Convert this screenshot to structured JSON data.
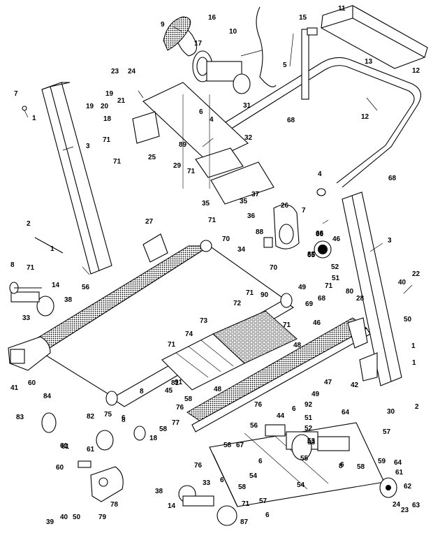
{
  "diagram": {
    "kind": "exploded-parts-view",
    "callouts": {
      "c1a": "1",
      "c1b": "1",
      "c1c": "1",
      "c1d": "1",
      "c2a": "2",
      "c2b": "2",
      "c3a": "3",
      "c3b": "3",
      "c4a": "4",
      "c4b": "4",
      "c5": "5",
      "c6a": "6",
      "c6b": "6",
      "c6c": "6",
      "c6d": "6",
      "c6e": "6",
      "c6f": "6",
      "c6g": "6",
      "c7a": "7",
      "c7b": "7",
      "c8a": "8",
      "c8b": "8",
      "c8c": "8",
      "c8d": "8",
      "c9": "9",
      "c10": "10",
      "c11": "11",
      "c12a": "12",
      "c12b": "12",
      "c13": "13",
      "c14a": "14",
      "c14b": "14",
      "c15": "15",
      "c16": "16",
      "c17": "17",
      "c18a": "18",
      "c18b": "18",
      "c19a": "19",
      "c19b": "19",
      "c20": "20",
      "c21": "21",
      "c22": "22",
      "c23a": "23",
      "c23b": "23",
      "c24a": "24",
      "c24b": "24",
      "c25": "25",
      "c26": "26",
      "c27": "27",
      "c28": "28",
      "c29": "29",
      "c30": "30",
      "c31": "31",
      "c32": "32",
      "c33a": "33",
      "c33b": "33",
      "c34": "34",
      "c35a": "35",
      "c35b": "35",
      "c36": "36",
      "c37": "37",
      "c38a": "38",
      "c38b": "38",
      "c39": "39",
      "c40a": "40",
      "c40b": "40",
      "c41": "41",
      "c42": "42",
      "c44": "44",
      "c45": "45",
      "c46a": "46",
      "c46b": "46",
      "c47": "47",
      "c48a": "48",
      "c48b": "48",
      "c49a": "49",
      "c49b": "49",
      "c50a": "50",
      "c50b": "50",
      "c51a": "51",
      "c51b": "51",
      "c52a": "52",
      "c52b": "52",
      "c53": "53",
      "c54a": "54",
      "c54b": "54",
      "c55": "55",
      "c56a": "56",
      "c56b": "56",
      "c57a": "57",
      "c57b": "57",
      "c58a": "58",
      "c58b": "58",
      "c58c": "58",
      "c58d": "58",
      "c58e": "58",
      "c59": "59",
      "c60a": "60",
      "c60b": "60",
      "c61a": "61",
      "c61b": "61",
      "c61c": "61",
      "c62": "62",
      "c63a": "63",
      "c63b": "63",
      "c64a": "64",
      "c64b": "64",
      "c65": "65",
      "c66": "66",
      "c67": "67",
      "c68a": "68",
      "c68b": "68",
      "c68c": "68",
      "c69": "69",
      "c70a": "70",
      "c70b": "70",
      "c71a": "71",
      "c71b": "71",
      "c71c": "71",
      "c71d": "71",
      "c71e": "71",
      "c71f": "71",
      "c71g": "71",
      "c71h": "71",
      "c71i": "71",
      "c71j": "71",
      "c72": "72",
      "c73": "73",
      "c74": "74",
      "c75": "75",
      "c76a": "76",
      "c76b": "76",
      "c76c": "76",
      "c77": "77",
      "c78": "78",
      "c79": "79",
      "c80": "80",
      "c81a": "81",
      "c81b": "81",
      "c82": "82",
      "c83": "83",
      "c84": "84",
      "c85": "85",
      "c86": "86",
      "c87": "87",
      "c88": "88",
      "c89": "89",
      "c90": "90",
      "c91": "91",
      "c92": "92"
    }
  }
}
